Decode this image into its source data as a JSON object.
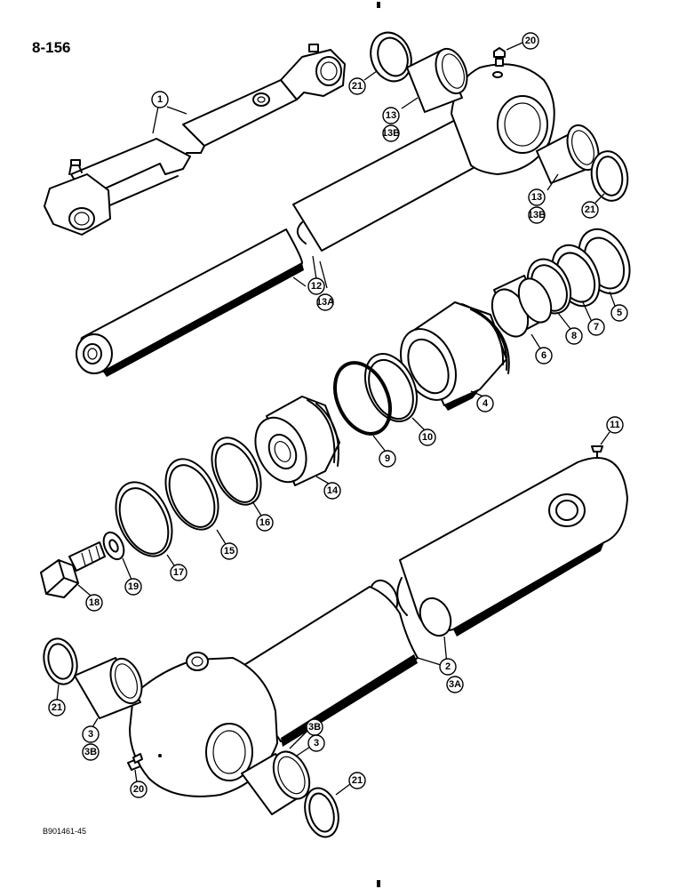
{
  "page_number": "8-156",
  "figure_code": "B901461-45",
  "callouts": [
    {
      "id": "c1",
      "label": "1"
    },
    {
      "id": "c20a",
      "label": "20"
    },
    {
      "id": "c21a",
      "label": "21"
    },
    {
      "id": "c13a",
      "label": "13"
    },
    {
      "id": "c13b_a",
      "label": "13B"
    },
    {
      "id": "c13b",
      "label": "13"
    },
    {
      "id": "c13b_b",
      "label": "13B"
    },
    {
      "id": "c21b",
      "label": "21"
    },
    {
      "id": "c12",
      "label": "12"
    },
    {
      "id": "c13A",
      "label": "13A"
    },
    {
      "id": "c5",
      "label": "5"
    },
    {
      "id": "c7",
      "label": "7"
    },
    {
      "id": "c8",
      "label": "8"
    },
    {
      "id": "c6",
      "label": "6"
    },
    {
      "id": "c4",
      "label": "4"
    },
    {
      "id": "c10",
      "label": "10"
    },
    {
      "id": "c9",
      "label": "9"
    },
    {
      "id": "c11",
      "label": "11"
    },
    {
      "id": "c14",
      "label": "14"
    },
    {
      "id": "c16",
      "label": "16"
    },
    {
      "id": "c15",
      "label": "15"
    },
    {
      "id": "c17",
      "label": "17"
    },
    {
      "id": "c19",
      "label": "19"
    },
    {
      "id": "c18",
      "label": "18"
    },
    {
      "id": "c2",
      "label": "2"
    },
    {
      "id": "c3A",
      "label": "3A"
    },
    {
      "id": "c21c",
      "label": "21"
    },
    {
      "id": "c3a",
      "label": "3"
    },
    {
      "id": "c3Ba",
      "label": "3B"
    },
    {
      "id": "c20b",
      "label": "20"
    },
    {
      "id": "c3Bb",
      "label": "3B"
    },
    {
      "id": "c3b",
      "label": "3"
    },
    {
      "id": "c21d",
      "label": "21"
    }
  ]
}
